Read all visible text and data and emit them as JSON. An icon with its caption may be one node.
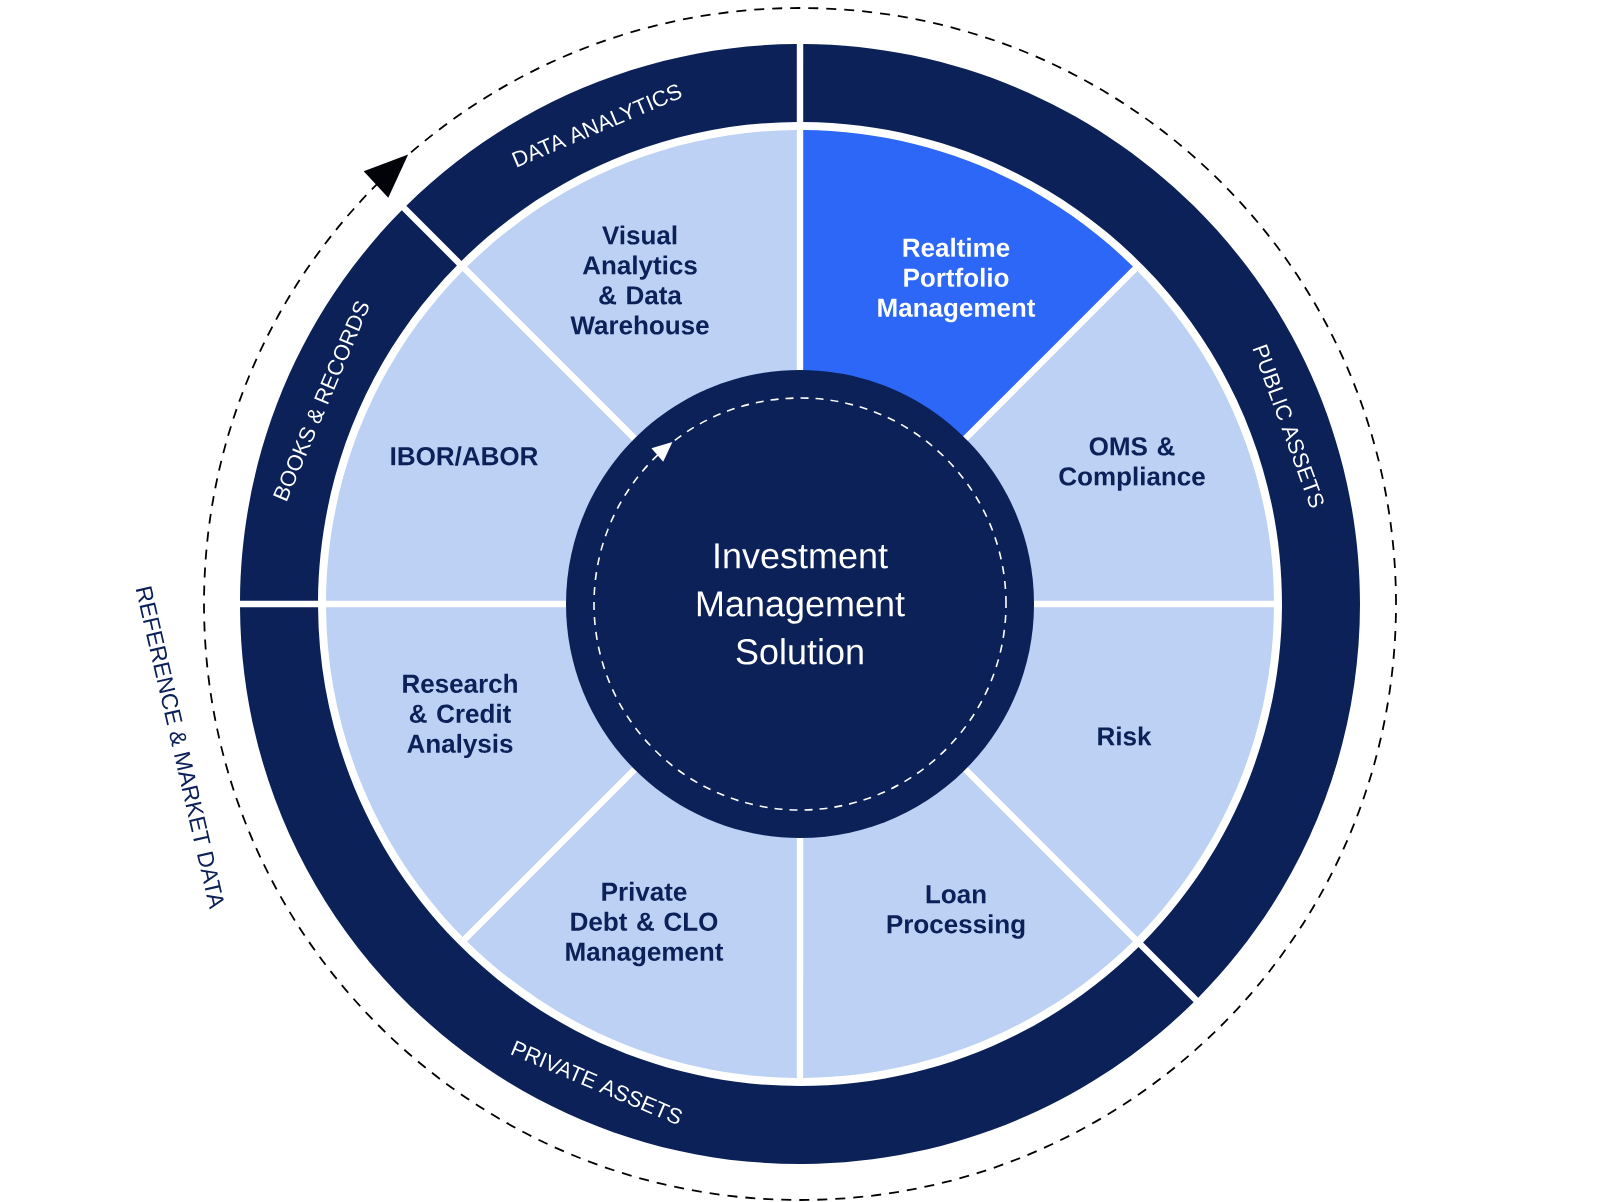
{
  "diagram": {
    "nodes": [
      {
        "text": [
          "Investment Management Solution"
        ]
      },
      {
        "text": [
          "Visual Analytics & Data Warehouse"
        ]
      },
      {
        "text": [
          "Realtime Portfolio Management"
        ]
      },
      {
        "text": [
          "IBOR/ABOR"
        ]
      },
      {
        "text": [
          "OMS & Compliance"
        ]
      },
      {
        "text": [
          "Research & Credit Analysis"
        ]
      },
      {
        "text": [
          "Risk"
        ]
      },
      {
        "text": [
          "Private Debt & CLO Management"
        ]
      },
      {
        "text": [
          "Loan Processing"
        ]
      },
      {
        "text": [
          "DATA ANALYTICS"
        ]
      },
      {
        "text": [
          "BOOKS & RECORDS"
        ]
      },
      {
        "text": [
          "PUBLIC ASSETS"
        ]
      },
      {
        "text": [
          "PRIVATE ASSETS"
        ]
      }
    ],
    "labels": [
      "REFERENCE & MARKET DATA"
    ]
  }
}
